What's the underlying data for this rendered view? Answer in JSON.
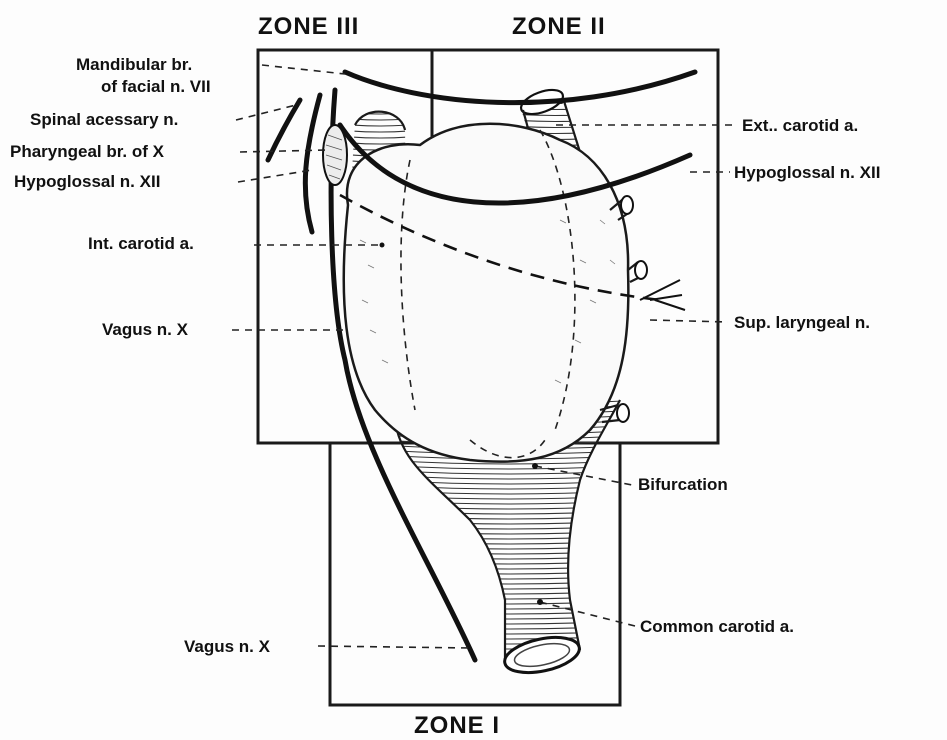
{
  "zones": {
    "zone_iii": "ZONE III",
    "zone_ii": "ZONE II",
    "zone_i": "ZONE I"
  },
  "labels": {
    "mandibular_line1": "Mandibular br.",
    "mandibular_line2": "of facial n.  VII",
    "spinal_accessory": "Spinal acessary n.",
    "pharyngeal": "Pharyngeal br. of X",
    "hypoglossal_left": "Hypoglossal n. XII",
    "int_carotid": "Int. carotid a.",
    "vagus_upper": "Vagus n.  X",
    "ext_carotid": "Ext.. carotid a.",
    "hypoglossal_right": "Hypoglossal n.  XII",
    "sup_laryngeal": "Sup. laryngeal n.",
    "bifurcation": "Bifurcation",
    "common_carotid": "Common carotid a.",
    "vagus_lower": "Vagus n.  X"
  }
}
